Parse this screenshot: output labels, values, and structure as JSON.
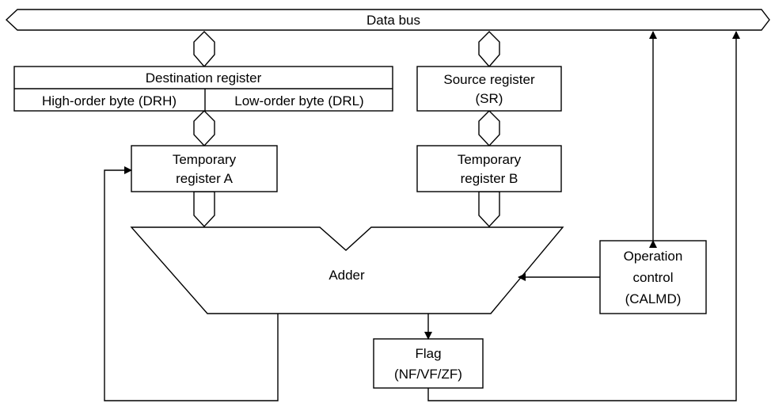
{
  "data_bus": {
    "label": "Data bus"
  },
  "destination_register": {
    "title": "Destination register",
    "high_byte": "High-order byte (DRH)",
    "low_byte": "Low-order byte (DRL)"
  },
  "source_register": {
    "line1": "Source register",
    "line2": "(SR)"
  },
  "temp_a": {
    "line1": "Temporary",
    "line2": "register A"
  },
  "temp_b": {
    "line1": "Temporary",
    "line2": "register B"
  },
  "adder": {
    "label": "Adder"
  },
  "operation_control": {
    "line1": "Operation",
    "line2": "control",
    "line3": "(CALMD)"
  },
  "flag": {
    "line1": "Flag",
    "line2": "(NF/VF/ZF)"
  }
}
